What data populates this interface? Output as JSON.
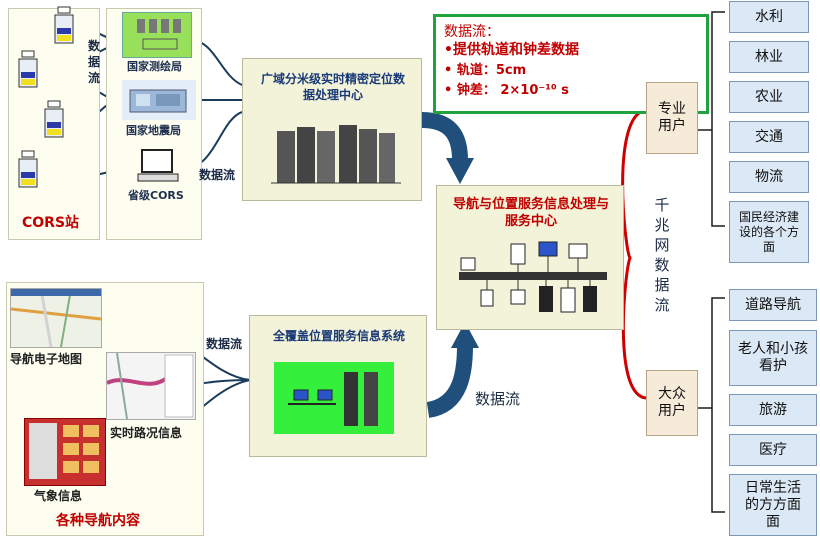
{
  "cors": {
    "label": "CORS站",
    "targets": [
      "国家测绘局",
      "国家地震局",
      "省级CORS"
    ],
    "flow_label": "数据流",
    "flow_label_vertical": [
      "数",
      "据",
      "流"
    ]
  },
  "wide_area_center": {
    "title": "广域分米级实时精密定位数据处理中心"
  },
  "info_box": {
    "title": "数据流：",
    "items": [
      "•提供轨道和钟差数据",
      "• 轨道：5cm",
      "• 钟差： 2×10⁻¹⁰ s"
    ]
  },
  "nav_center": {
    "title": "导航与位置服务信息处理与服务中心"
  },
  "nav_content": {
    "label": "各种导航内容",
    "items": [
      "导航电子地图",
      "实时路况信息",
      "气象信息"
    ],
    "flow_label": "数据流"
  },
  "coverage_system": {
    "title": "全覆盖位置服务信息系统"
  },
  "bottom_flow_label": "数据流",
  "gigabit_label": [
    "千",
    "兆",
    "网",
    "数",
    "据",
    "流"
  ],
  "pro_users": {
    "label": "专业用户",
    "items": [
      "水利",
      "林业",
      "农业",
      "交通",
      "物流",
      "国民经济建设的各个方面"
    ]
  },
  "public_users": {
    "label": "大众用户",
    "items": [
      "道路导航",
      "老人和小孩看护",
      "旅游",
      "医疗",
      "日常生活的方方面面"
    ]
  },
  "colors": {
    "red": "#c00000",
    "green": "#1fa33a",
    "blue_arrow": "#1f4f7a",
    "navy": "#1a3a78"
  }
}
